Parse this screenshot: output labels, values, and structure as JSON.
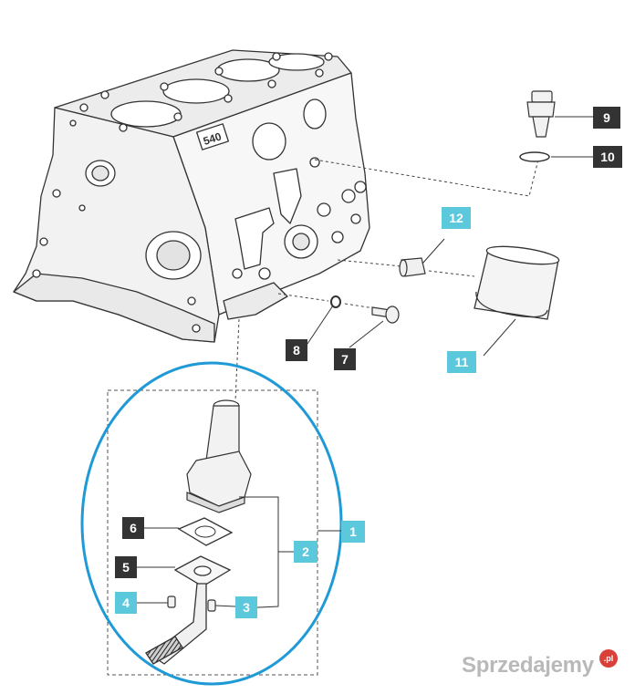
{
  "callouts": [
    {
      "id": "1",
      "text": "1",
      "fill": "#5bc8dc"
    },
    {
      "id": "2",
      "text": "2",
      "fill": "#5bc8dc"
    },
    {
      "id": "3",
      "text": "3",
      "fill": "#5bc8dc"
    },
    {
      "id": "4",
      "text": "4",
      "fill": "#5bc8dc"
    },
    {
      "id": "5",
      "text": "5",
      "fill": "#333333"
    },
    {
      "id": "6",
      "text": "6",
      "fill": "#333333"
    },
    {
      "id": "7",
      "text": "7",
      "fill": "#333333"
    },
    {
      "id": "8",
      "text": "8",
      "fill": "#333333"
    },
    {
      "id": "9",
      "text": "9",
      "fill": "#333333"
    },
    {
      "id": "10",
      "text": "10",
      "fill": "#333333"
    },
    {
      "id": "11",
      "text": "11",
      "fill": "#5bc8dc"
    },
    {
      "id": "12",
      "text": "12",
      "fill": "#5bc8dc"
    }
  ],
  "block_badge": "540",
  "colors": {
    "highlight_circle": "#1f9ad6",
    "line": "#333333",
    "part_fill": "#f4f4f4"
  },
  "watermark": {
    "text": "Sprzedajemy",
    "badge": ".pl"
  }
}
